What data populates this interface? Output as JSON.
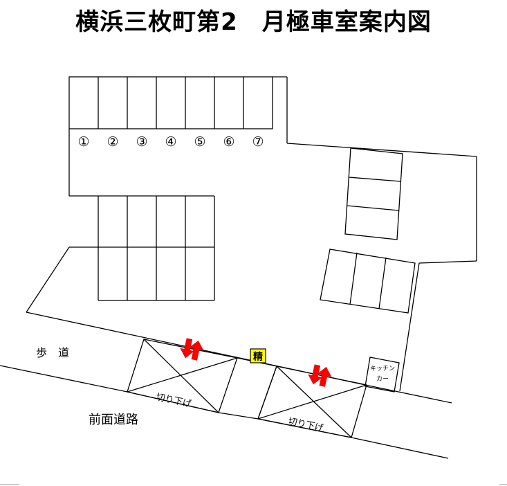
{
  "title": "横浜三枚町第2　月極車室案内図",
  "spaces": {
    "numbers": [
      "①",
      "②",
      "③",
      "④",
      "⑤",
      "⑥",
      "⑦"
    ]
  },
  "labels": {
    "sidewalk": "歩　道",
    "front_road": "前面道路",
    "curb_cut_left": "切り下げ",
    "curb_cut_right": "切り下げ",
    "kitchen_car_line1": "キッチン",
    "kitchen_car_line2": "カー",
    "payment_machine": "精"
  },
  "colors": {
    "arrow": "#ff0000",
    "payment_machine_bg": "#ffff00"
  },
  "icons": {
    "entry_exit_arrows": "up-down-arrows-icon"
  }
}
